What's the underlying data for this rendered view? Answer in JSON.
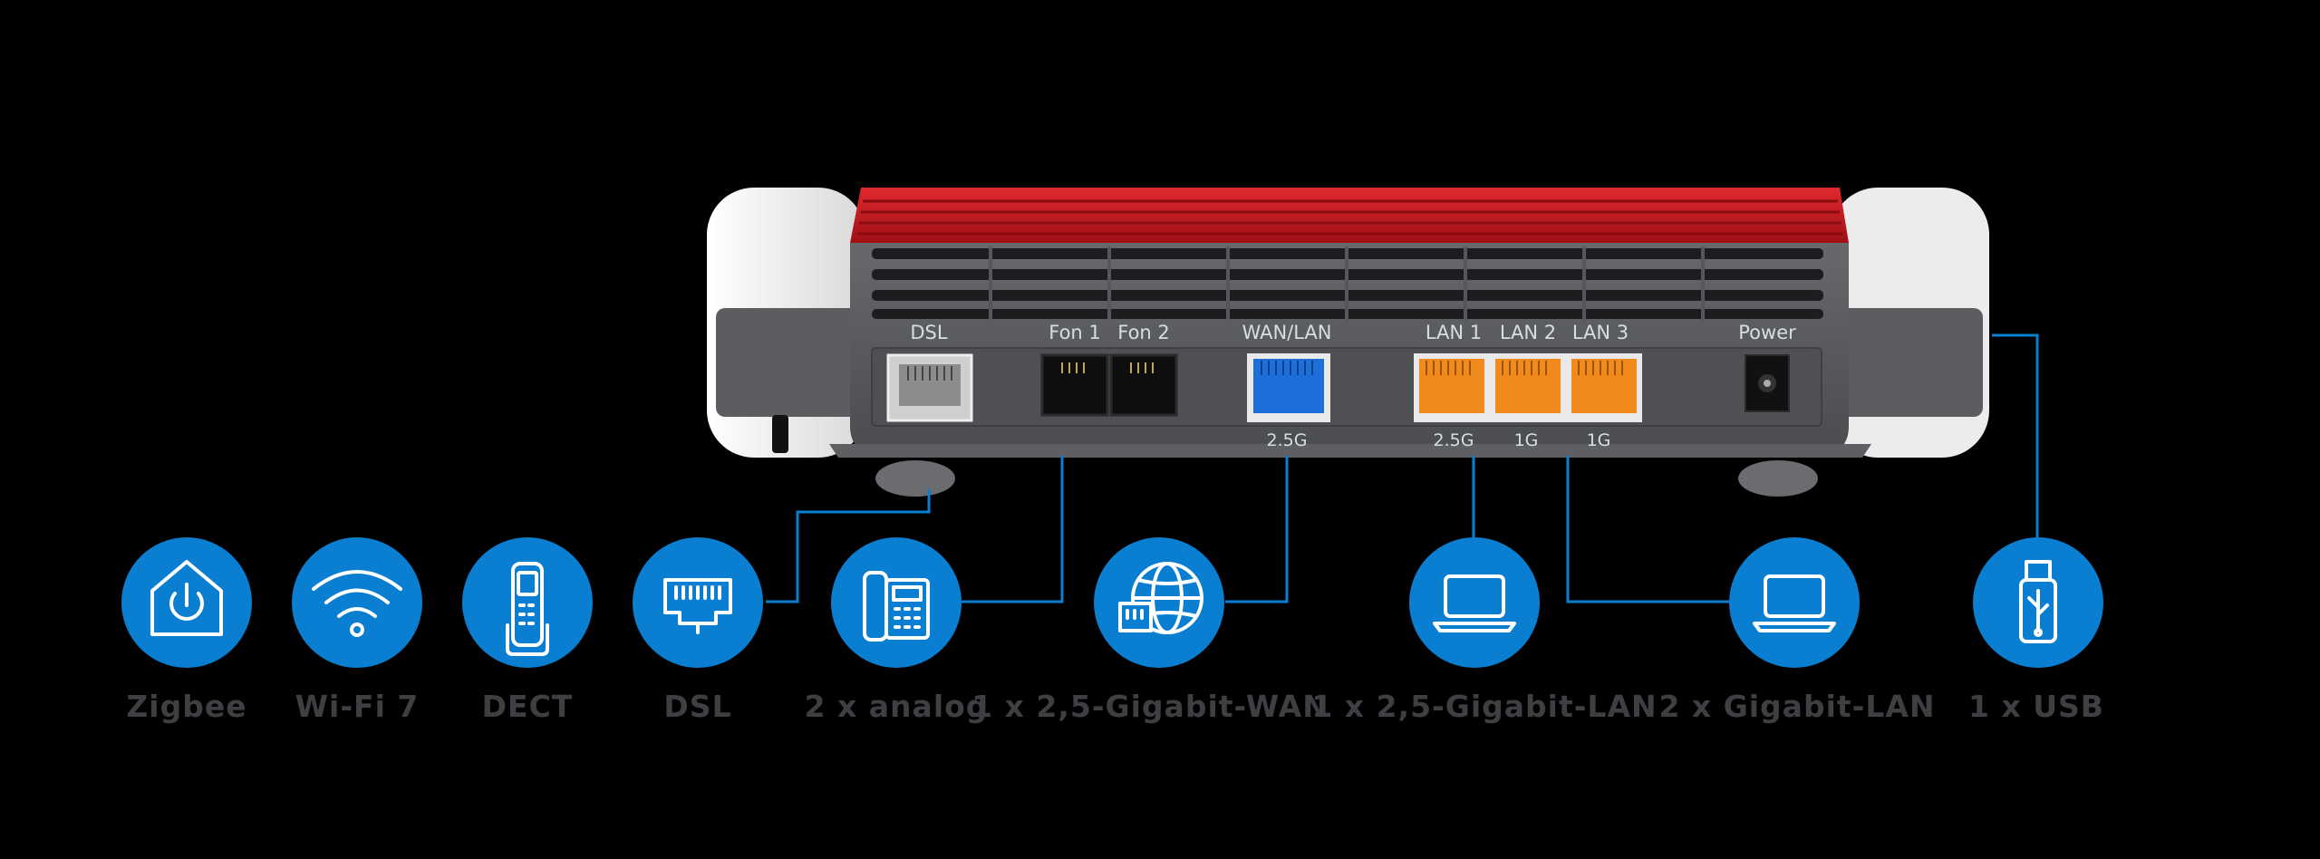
{
  "router": {
    "port_labels": {
      "dsl": "DSL",
      "fon1": "Fon 1",
      "fon2": "Fon 2",
      "wan_lan": "WAN/LAN",
      "lan1": "LAN 1",
      "lan2": "LAN 2",
      "lan3": "LAN 3",
      "power": "Power"
    },
    "speed_labels": {
      "wan_lan": "2.5G",
      "lan1": "2.5G",
      "lan2": "1G",
      "lan3": "1G"
    }
  },
  "features": [
    {
      "label": "Zigbee",
      "icon": "smart-home-icon"
    },
    {
      "label": "Wi-Fi 7",
      "icon": "wifi-icon"
    },
    {
      "label": "DECT",
      "icon": "cordless-phone-icon"
    },
    {
      "label": "DSL",
      "icon": "dsl-port-icon"
    },
    {
      "label": "2 x analog",
      "icon": "desk-phone-icon"
    },
    {
      "label": "1 x 2,5-Gigabit-WAN",
      "icon": "globe-icon"
    },
    {
      "label": "1 x 2,5-Gigabit-LAN",
      "icon": "laptop-icon"
    },
    {
      "label": "2 x Gigabit-LAN",
      "icon": "laptop-icon"
    },
    {
      "label": "1 x USB",
      "icon": "usb-stick-icon"
    }
  ],
  "colors": {
    "background": "#000000",
    "accent_blue": "#0a7fd1",
    "router_red": "#c0161c",
    "router_grey": "#55575b",
    "router_white": "#f2f2f2",
    "lan_orange": "#f08a1c",
    "wan_blue": "#1e6fd9",
    "label_grey": "#3d3f42"
  }
}
